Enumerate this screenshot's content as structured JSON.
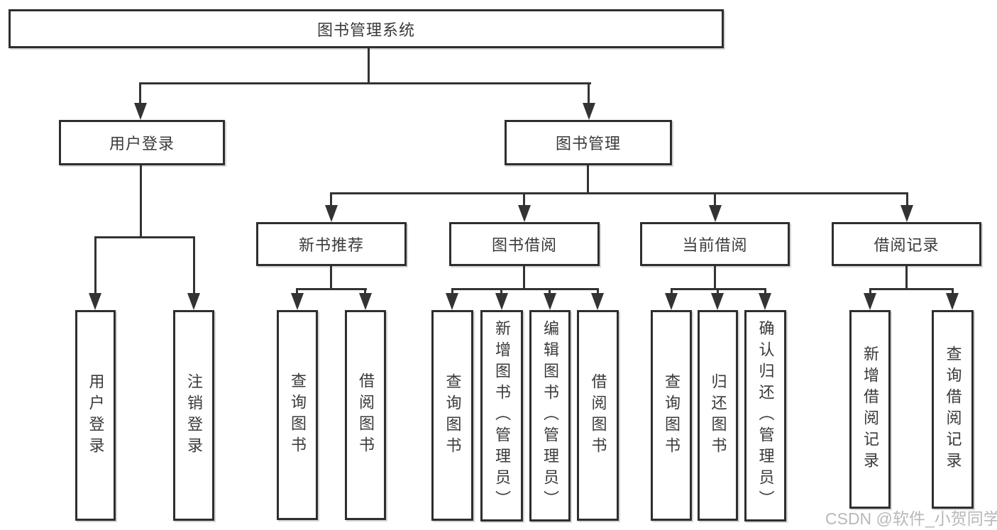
{
  "diagram_title": "图书管理系统",
  "tree": {
    "root": {
      "label": "图书管理系统"
    },
    "branches": [
      {
        "label": "用户登录",
        "children": [
          {
            "label": "用户登录"
          },
          {
            "label": "注销登录"
          }
        ]
      },
      {
        "label": "图书管理",
        "children": [
          {
            "label": "新书推荐",
            "children": [
              {
                "label": "查询图书"
              },
              {
                "label": "借阅图书"
              }
            ]
          },
          {
            "label": "图书借阅",
            "children": [
              {
                "label": "查询图书"
              },
              {
                "label": "新增图书（管理员）"
              },
              {
                "label": "编辑图书（管理员）"
              },
              {
                "label": "借阅图书"
              }
            ]
          },
          {
            "label": "当前借阅",
            "children": [
              {
                "label": "查询图书"
              },
              {
                "label": "归还图书"
              },
              {
                "label": "确认归还（管理员）"
              }
            ]
          },
          {
            "label": "借阅记录",
            "children": [
              {
                "label": "新增借阅记录"
              },
              {
                "label": "查询借阅记录"
              }
            ]
          }
        ]
      }
    ]
  },
  "watermark": {
    "text": "CSDN @软件_小贺同学"
  },
  "colors": {
    "background": "#ffffff",
    "line": "#333333",
    "box_border": "#2e2e2e",
    "text": "#3a3a3a",
    "watermark": "#b8b8b8"
  }
}
